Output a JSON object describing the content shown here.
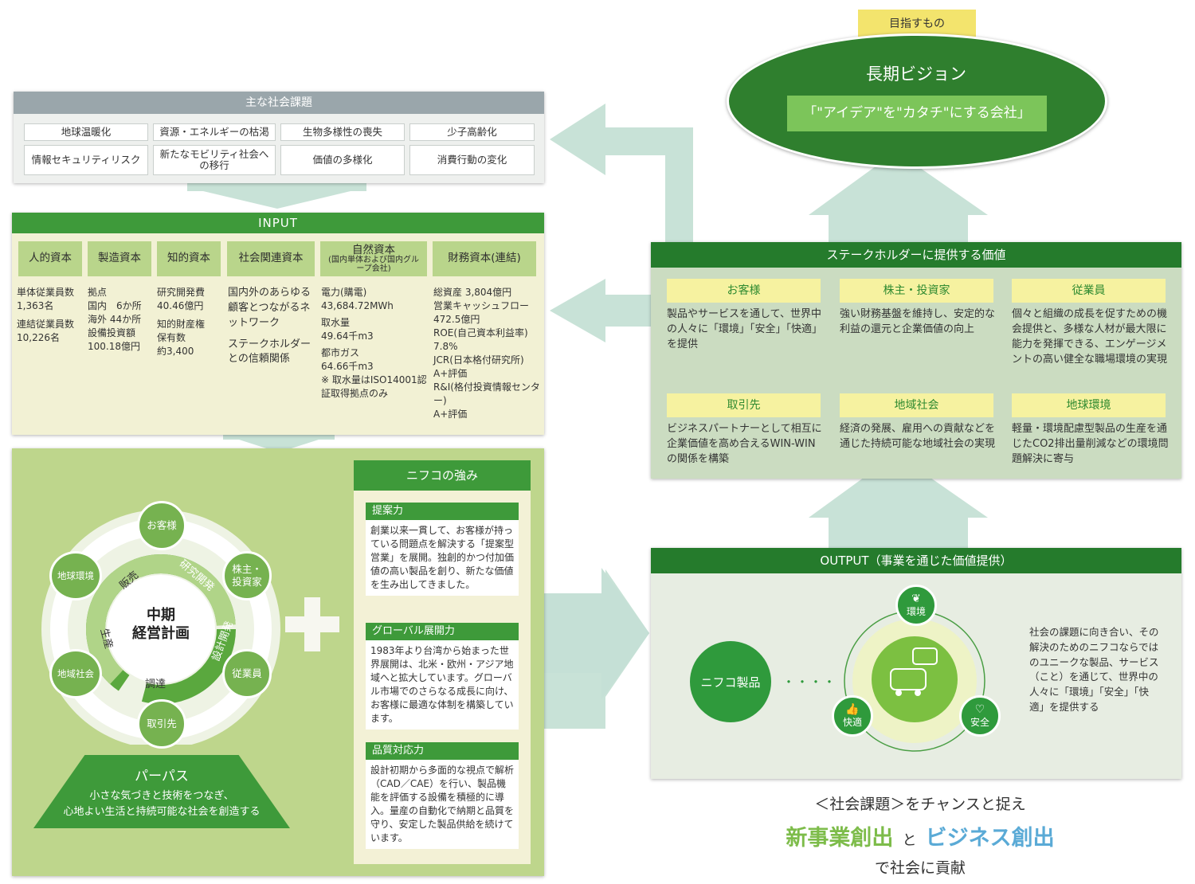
{
  "goal": {
    "tag": "目指すもの",
    "title": "長期ビジョン",
    "vision": "「\"アイデア\"を\"カタチ\"にする会社」"
  },
  "issues": {
    "header": "主な社会課題",
    "items": [
      "地球温暖化",
      "資源・エネルギーの枯渇",
      "生物多様性の喪失",
      "少子高齢化",
      "情報セキュリティリスク",
      "新たなモビリティ社会への移行",
      "価値の多様化",
      "消費行動の変化"
    ]
  },
  "input": {
    "header": "INPUT",
    "capitals": [
      {
        "name": "人的資本",
        "lines": [
          "単体従業員数",
          " 1,363名",
          "連結従業員数",
          " 10,226名"
        ]
      },
      {
        "name": "製造資本",
        "lines": [
          "拠点",
          " 国内　6か所",
          " 海外 44か所",
          "設備投資額",
          " 100.18億円"
        ]
      },
      {
        "name": "知的資本",
        "lines": [
          "研究開発費",
          " 40.46億円",
          "知的財産権",
          "保有数",
          "約3,400"
        ]
      },
      {
        "name": "社会関連資本",
        "lines": [
          "国内外のあらゆる顧客とつながるネットワーク",
          "ステークホルダーとの信頼関係"
        ]
      },
      {
        "name": "自然資本",
        "sub": "(国内単体および国内グループ会社)",
        "lines": [
          "電力(購電)",
          "43,684.72MWh",
          "取水量",
          "49.64千m3",
          "都市ガス",
          " 64.66千m3",
          "※ 取水量はISO14001認証取得拠点のみ"
        ]
      },
      {
        "name": "財務資本(連結)",
        "lines": [
          "総資産 3,804億円",
          "営業キャッシュフロー",
          " 472.5億円",
          "ROE(自己資本利益率)",
          " 7.8%",
          "JCR(日本格付研究所)",
          "A+評価",
          "R&I(格付投資情報センター)",
          "A+評価"
        ]
      }
    ]
  },
  "cycle": {
    "center": "中期\n経営計画",
    "nodes": [
      "お客様",
      "株主・\n投資家",
      "従業員",
      "取引先",
      "地域社会",
      "地球環境"
    ],
    "ring": [
      "研究開発",
      "設計開発",
      "調達",
      "生産",
      "販売"
    ]
  },
  "purpose": {
    "title": "パーパス",
    "text": "小さな気づきと技術をつなぎ、\n心地よい生活と持続可能な社会を創造する"
  },
  "strength": {
    "header": "ニフコの強み",
    "items": [
      {
        "title": "提案力",
        "text": "創業以来一貫して、お客様が持っている問題点を解決する「提案型営業」を展開。独創的かつ付加価値の高い製品を創り、新たな価値を生み出してきました。"
      },
      {
        "title": "グローバル展開力",
        "text": "1983年より台湾から始まった世界展開は、北米・欧州・アジア地域へと拡大しています。グローバル市場でのさらなる成長に向け、お客様に最適な体制を構築しています。"
      },
      {
        "title": "品質対応力",
        "text": "設計初期から多面的な視点で解析（CAD／CAE）を行い、製品機能を評価する設備を積極的に導入。量産の自動化で納期と品質を守り、安定した製品供給を続けています。"
      }
    ]
  },
  "stakeholder": {
    "header": "ステークホルダーに提供する価値",
    "items": [
      {
        "label": "お客様",
        "text": "製品やサービスを通して、世界中の人々に「環境」「安全」「快適」を提供"
      },
      {
        "label": "株主・投資家",
        "text": "強い財務基盤を維持し、安定的な利益の還元と企業価値の向上"
      },
      {
        "label": "従業員",
        "text": "個々と組織の成長を促すための機会提供と、多様な人材が最大限に能力を発揮できる、エンゲージメントの高い健全な職場環境の実現"
      },
      {
        "label": "取引先",
        "text": "ビジネスパートナーとして相互に企業価値を高め合えるWIN-WINの関係を構築"
      },
      {
        "label": "地域社会",
        "text": "経済の発展、雇用への貢献などを通じた持続可能な地域社会の実現"
      },
      {
        "label": "地球環境",
        "text": "軽量・環境配慮型製品の生産を通じたCO2排出量削減などの環境問題解決に寄与"
      }
    ]
  },
  "output": {
    "header": "OUTPUT（事業を通じた価値提供）",
    "product": "ニフコ製品",
    "dots": "・・・・",
    "values": [
      "環境",
      "快適",
      "安全"
    ],
    "text": "社会の課題に向き合い、その解決のためのニフコならではのユニークな製品、サービス（こと）を通じて、世界中の人々に「環境」「安全」「快適」を提供する"
  },
  "footer": {
    "line1": "＜社会課題＞をチャンスと捉え",
    "word1": "新事業創出",
    "and": "と",
    "word2": "ビジネス創出",
    "line3": "で社会に貢献"
  },
  "colors": {
    "green": "#3e9a3a",
    "dark_green": "#257b2c",
    "arrow": "#c5e0d6",
    "yellow": "#f6f2a0",
    "blue": "#5aaad6"
  }
}
